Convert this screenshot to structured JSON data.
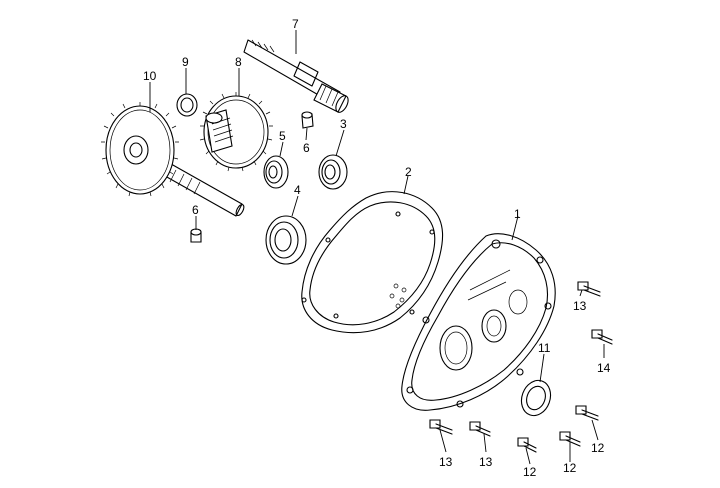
{
  "callouts": [
    {
      "id": "c1",
      "text": "1"
    },
    {
      "id": "c2",
      "text": "2"
    },
    {
      "id": "c3",
      "text": "3"
    },
    {
      "id": "c4",
      "text": "4"
    },
    {
      "id": "c5",
      "text": "5"
    },
    {
      "id": "c6a",
      "text": "6"
    },
    {
      "id": "c6b",
      "text": "6"
    },
    {
      "id": "c7",
      "text": "7"
    },
    {
      "id": "c8",
      "text": "8"
    },
    {
      "id": "c9",
      "text": "9"
    },
    {
      "id": "c10",
      "text": "10"
    },
    {
      "id": "c11",
      "text": "11"
    },
    {
      "id": "c12a",
      "text": "12"
    },
    {
      "id": "c12b",
      "text": "12"
    },
    {
      "id": "c12c",
      "text": "12"
    },
    {
      "id": "c13a",
      "text": "13"
    },
    {
      "id": "c13b",
      "text": "13"
    },
    {
      "id": "c13c",
      "text": "13"
    },
    {
      "id": "c14",
      "text": "14"
    }
  ]
}
